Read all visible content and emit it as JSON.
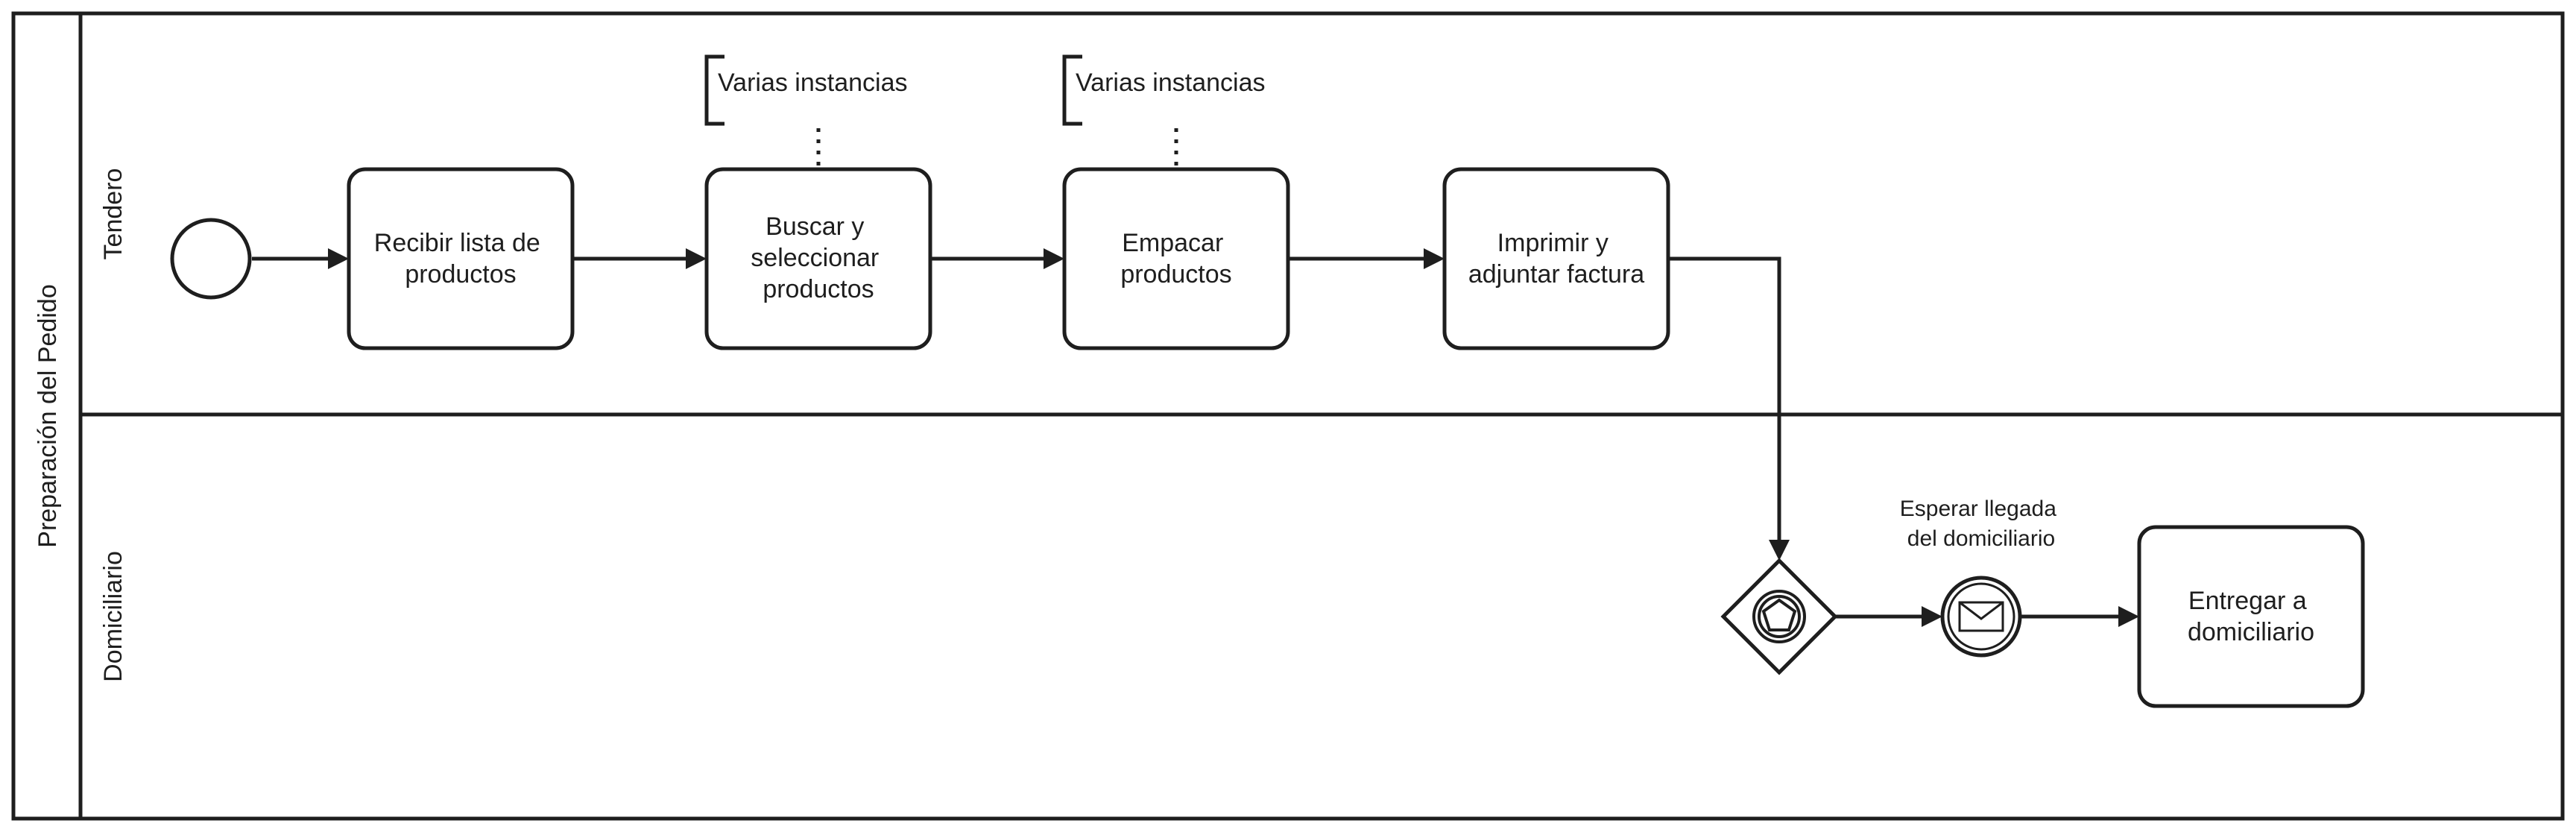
{
  "pool": {
    "label": "Preparación del Pedido"
  },
  "lanes": [
    {
      "label": "Tendero"
    },
    {
      "label": "Domiciliario"
    }
  ],
  "tasks": [
    {
      "lines": [
        "Recibir lista de",
        "productos"
      ]
    },
    {
      "lines": [
        "Buscar y",
        "seleccionar",
        "productos"
      ],
      "annotation": "Varias instancias"
    },
    {
      "lines": [
        "Empacar",
        "productos"
      ],
      "annotation": "Varias instancias"
    },
    {
      "lines": [
        "Imprimir y",
        "adjuntar factura"
      ]
    },
    {
      "lines": [
        "Entregar a",
        "domiciliario"
      ]
    }
  ],
  "events": {
    "start": {
      "type": "start-event"
    },
    "gateway": {
      "type": "event-based-gateway",
      "icon": "pentagon-icon"
    },
    "message_catch": {
      "type": "intermediate-message-catch",
      "icon": "envelope-icon",
      "lines": [
        "Esperar llegada",
        "del domiciliario"
      ]
    }
  },
  "colors": {
    "stroke": "#1e1e1e",
    "fill": "#ffffff"
  }
}
